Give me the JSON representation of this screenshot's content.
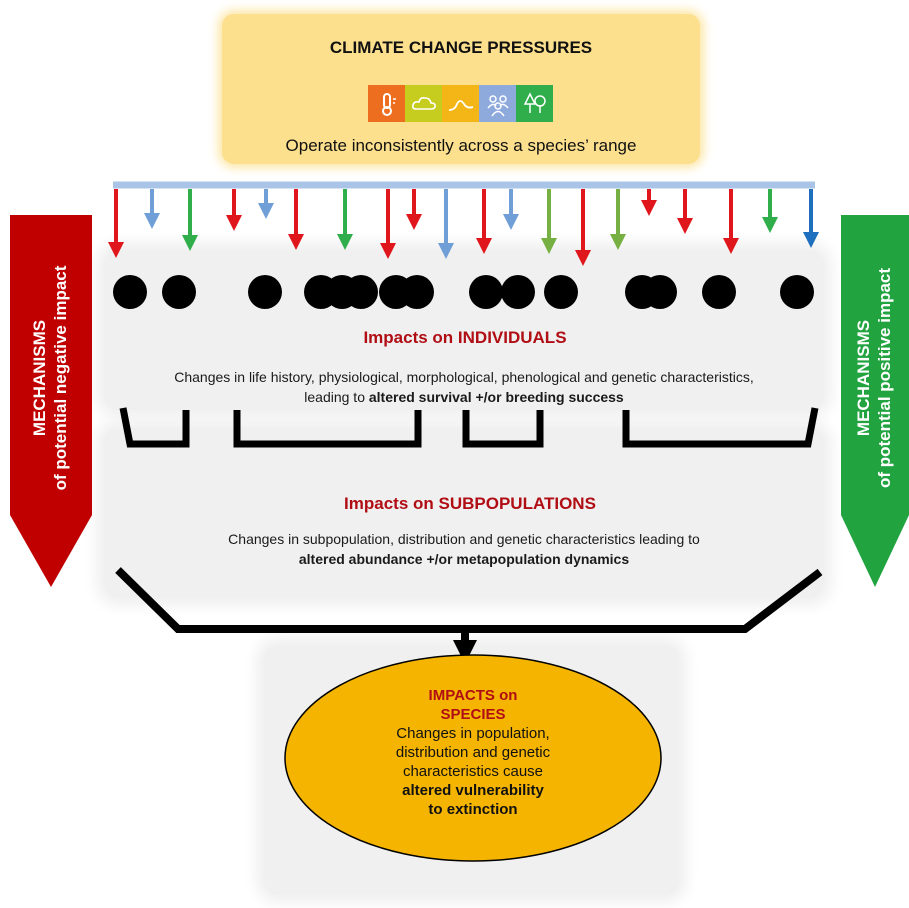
{
  "pressures": {
    "title": "CLIMATE CHANGE PRESSURES",
    "subtitle": "Operate inconsistently across a species’ range",
    "icons": [
      {
        "name": "temperature-icon",
        "color": "#ee6e1f"
      },
      {
        "name": "cloud-icon",
        "color": "#c6cd1f"
      },
      {
        "name": "wave-icon",
        "color": "#f3b616"
      },
      {
        "name": "people-icon",
        "color": "#8ea9dc"
      },
      {
        "name": "trees-icon",
        "color": "#2fae4b"
      }
    ]
  },
  "negative": {
    "line1": "MECHANISMS",
    "line2": "of potential negative impact",
    "color": "#c00000"
  },
  "positive": {
    "line1": "MECHANISMS",
    "line2": "of potential positive impact",
    "color": "#21a33f"
  },
  "individuals": {
    "title": "Impacts on INDIVIDUALS",
    "desc_line1": "Changes in life history, physiological, morphological, phenological and genetic characteristics,",
    "desc_line2_prefix": "leading to ",
    "desc_line2_bold": "altered survival +/or breeding success"
  },
  "subpopulations": {
    "title": "Impacts on SUBPOPULATIONS",
    "desc_line1": "Changes in subpopulation, distribution and genetic characteristics leading to",
    "desc_line2_bold": "altered abundance +/or metapopulation dynamics"
  },
  "species": {
    "title_line1": "IMPACTS on",
    "title_line2": "SPECIES",
    "line1": "Changes in population,",
    "line2": "distribution and genetic",
    "line3": "characteristics cause",
    "bold_line1": "altered vulnerability",
    "bold_line2": "to extinction"
  },
  "colors": {
    "arrow_red": "#e0161d",
    "arrow_blue_light": "#6f9fd6",
    "arrow_green": "#2fae4b",
    "arrow_green_light": "#76b043",
    "arrow_blue_dark": "#1f6fbf",
    "bar": "#a9c4e6",
    "species_fill": "#f5b400"
  }
}
